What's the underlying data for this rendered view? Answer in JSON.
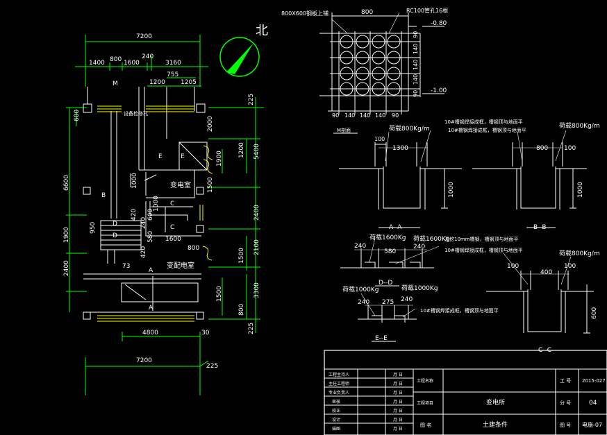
{
  "colors": {
    "background": "#000000",
    "line": "#ffffff",
    "dimension": "#00ff00",
    "accent": "#ffff00"
  },
  "plan": {
    "total_width_top": "7200",
    "total_width_bottom": "7200",
    "top_segments": [
      "1400",
      "800",
      "1600",
      "240",
      "3160"
    ],
    "sub_dims": [
      "755",
      "1200",
      "1205"
    ],
    "left_dims": [
      "600",
      "6600",
      "1900",
      "2400",
      "950"
    ],
    "right_dims": [
      "225",
      "2000",
      "1200",
      "5400",
      "1900",
      "1500",
      "2400",
      "2100",
      "1500",
      "3300",
      "1500",
      "800",
      "225"
    ],
    "bottom_dims": [
      "4800",
      "30",
      "225"
    ],
    "inner_dims": [
      "1000",
      "420",
      "240",
      "600",
      "1000",
      "420",
      "580",
      "1600",
      "800",
      "73"
    ],
    "room_labels": [
      "变电室",
      "变配电室"
    ],
    "markers": [
      "M",
      "B",
      "D",
      "E",
      "E",
      "C",
      "C",
      "A",
      "A",
      "D"
    ],
    "annotation": "设备检修孔"
  },
  "north": {
    "label": "北"
  },
  "grid_detail": {
    "title": "800X600钢板上铺",
    "top_dim": "800",
    "pipe_note": "RC100管孔16根",
    "levels": [
      "-0.80",
      "-1.00"
    ],
    "row_dims": [
      "90",
      "140",
      "140",
      "140",
      "90"
    ],
    "col_dims": [
      "90",
      "140",
      "140",
      "140",
      "90"
    ],
    "section_label": "M剖面"
  },
  "sections": {
    "aa": {
      "label": "A--A",
      "load": "荷载800Kg/m",
      "note": "10#槽钢焊接成框，槽钢顶与地面平",
      "dims": [
        "100",
        "1300",
        "1000"
      ]
    },
    "bb": {
      "label": "B--B",
      "load": "荷载800Kg/m",
      "note": "10#槽钢焊接成框，槽钢顶与地面平",
      "dims": [
        "800",
        "100",
        "1000"
      ]
    },
    "cc": {
      "label": "C--C",
      "load": "荷载800Kg/m",
      "note": "10#槽钢焊接成框，槽钢顶与地面平",
      "dims": [
        "100",
        "400",
        "100",
        "600"
      ]
    },
    "dd": {
      "label": "D--D",
      "load1": "荷载1600Kg",
      "load2": "荷载1600Kg",
      "note": "开挖10mm槽钢，槽钢顶与地面平",
      "dims": [
        "240",
        "580",
        "240"
      ]
    },
    "ee": {
      "label": "E--E",
      "load1": "荷载1000Kg",
      "load2": "荷载1000Kg",
      "note": "10#槽钢焊接成框，槽钢顶与地面平",
      "dims": [
        "240",
        "275",
        "240"
      ]
    }
  },
  "title_block": {
    "roles": [
      "工程主持人",
      "主任工程师",
      "专业负责人",
      "审核",
      "校正",
      "设计",
      "描图"
    ],
    "date_labels": [
      "月 日",
      "月 日",
      "月 日",
      "月 日",
      "月 日",
      "月 日",
      "月 日"
    ],
    "project_label": "工程名称",
    "item_label": "工程项目",
    "drawing_label": "图 名",
    "project_item": "变电所",
    "drawing_name": "土建条件",
    "job_label": "工 号",
    "job_no": "2015-027",
    "sheet_label": "分 号",
    "sheet_no": "04",
    "drawing_no_label": "图 号",
    "drawing_no": "电施-07"
  }
}
